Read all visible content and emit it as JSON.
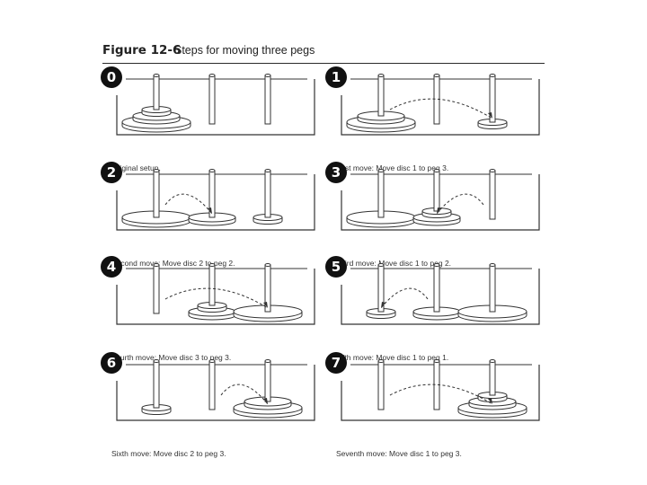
{
  "figure": {
    "label": "Figure 12-6",
    "title": "Steps for moving three pegs"
  },
  "panels": [
    {
      "step": "0",
      "caption": "Original setup.",
      "pegs": [
        [
          "large",
          "medium",
          "small"
        ],
        [],
        []
      ],
      "arrow": ""
    },
    {
      "step": "1",
      "caption": "First move: Move disc 1 to peg 3.",
      "pegs": [
        [
          "large",
          "medium"
        ],
        [],
        [
          "small"
        ]
      ],
      "arrow": "1-3"
    },
    {
      "step": "2",
      "caption": "Second move: Move disc 2 to peg 2.",
      "pegs": [
        [
          "large"
        ],
        [
          "medium"
        ],
        [
          "small"
        ]
      ],
      "arrow": "1-2"
    },
    {
      "step": "3",
      "caption": "Third move: Move disc 1 to peg 2.",
      "pegs": [
        [
          "large"
        ],
        [
          "medium",
          "small"
        ],
        []
      ],
      "arrow": "3-2"
    },
    {
      "step": "4",
      "caption": "Fourth move: Move disc 3 to peg 3.",
      "pegs": [
        [],
        [
          "medium",
          "small"
        ],
        [
          "large"
        ]
      ],
      "arrow": "1-3"
    },
    {
      "step": "5",
      "caption": "Fifth move: Move disc 1 to peg 1.",
      "pegs": [
        [
          "small"
        ],
        [
          "medium"
        ],
        [
          "large"
        ]
      ],
      "arrow": "2-1"
    },
    {
      "step": "6",
      "caption": "Sixth move: Move disc 2 to peg 3.",
      "pegs": [
        [
          "small"
        ],
        [],
        [
          "large",
          "medium"
        ]
      ],
      "arrow": "2-3"
    },
    {
      "step": "7",
      "caption": "Seventh move: Move disc 1 to peg 3.",
      "pegs": [
        [],
        [],
        [
          "large",
          "medium",
          "small"
        ]
      ],
      "arrow": "1-3"
    }
  ]
}
